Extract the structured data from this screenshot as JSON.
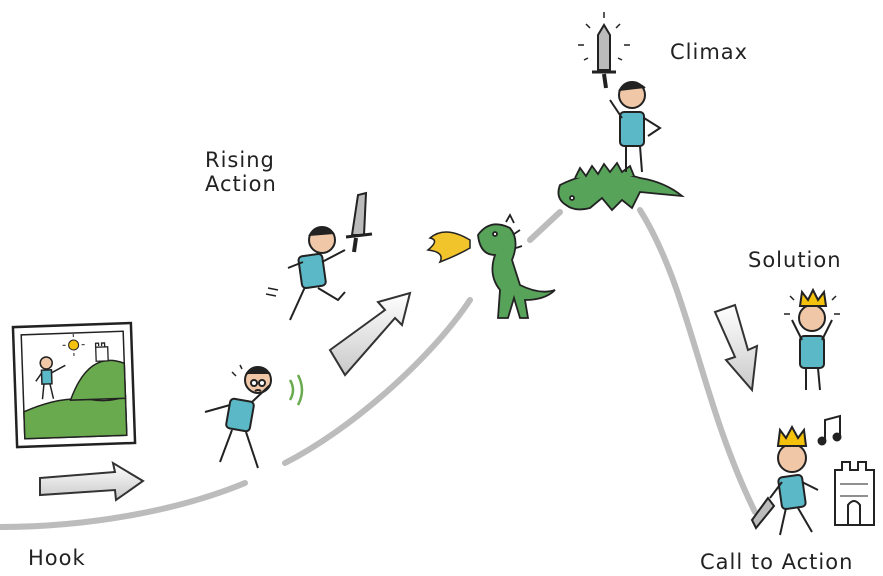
{
  "stages": {
    "hook": "Hook",
    "rising_1": "Rising",
    "rising_2": "Action",
    "climax": "Climax",
    "solution": "Solution",
    "call_to_action": "Call to Action"
  },
  "icons": [
    "photo-icon",
    "sun-icon",
    "castle-icon",
    "arrow-icon",
    "hero-icon",
    "sword-icon",
    "fire-icon",
    "dragon-icon",
    "crown-icon",
    "music-note-icon"
  ],
  "colors": {
    "shirt": "#5bb8c6",
    "dragon": "#58a35a",
    "hill": "#6aaa4e",
    "fire": "#f2c42c",
    "crown": "#f4c20d",
    "path": "#bcbcbc",
    "ink": "#222222"
  }
}
